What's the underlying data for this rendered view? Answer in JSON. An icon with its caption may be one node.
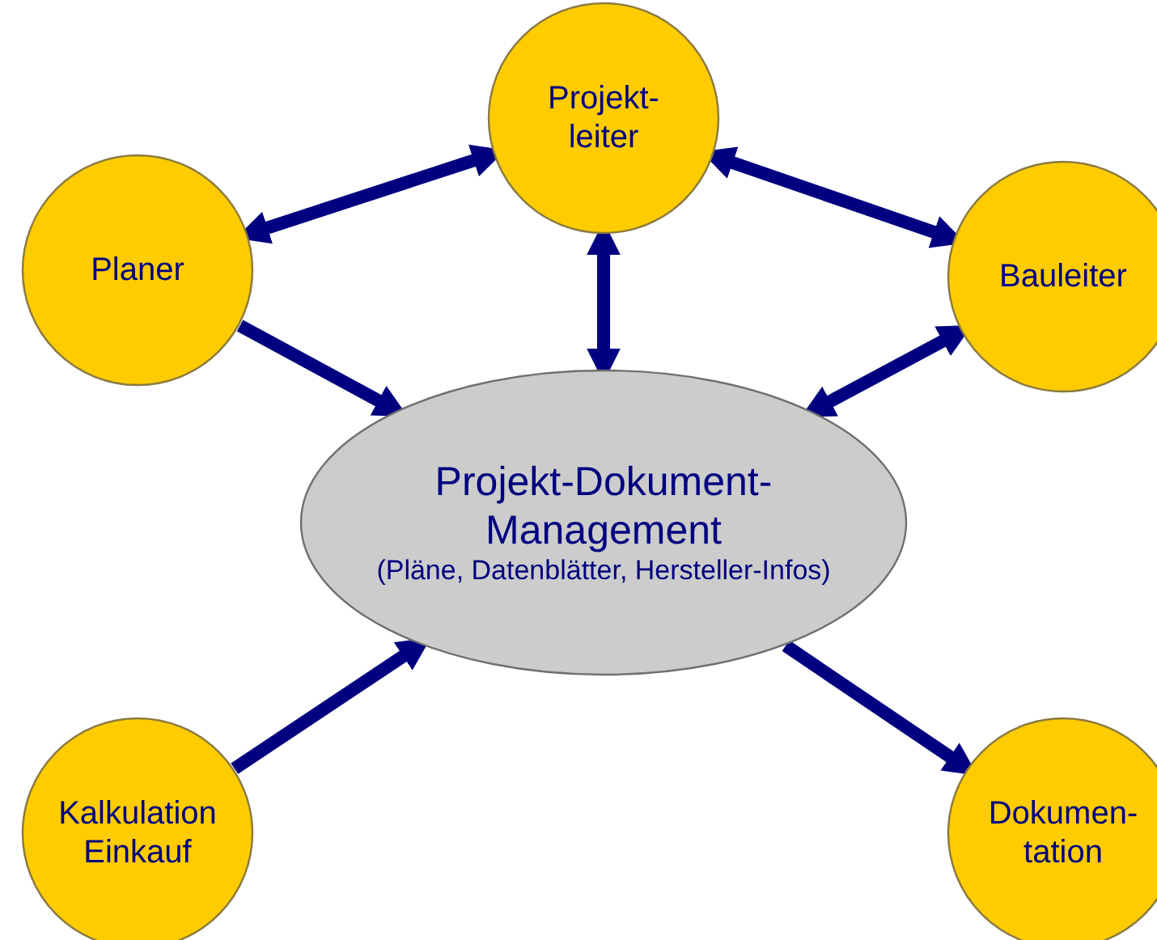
{
  "diagram": {
    "nodes": [
      {
        "text": [
          "Projekt- leiter"
        ]
      },
      {
        "text": [
          "Planer"
        ]
      },
      {
        "text": [
          "Bauleiter"
        ]
      },
      {
        "text": [
          "Projekt-Dokument-Management",
          "(Pläne, Datenblätter, Hersteller-Infos)"
        ]
      },
      {
        "text": [
          "Kalkulation Einkauf"
        ]
      },
      {
        "text": [
          "Dokumen- tation"
        ]
      }
    ],
    "edges": [
      {
        "from": 1,
        "to": 0,
        "arrow": "both"
      },
      {
        "from": 0,
        "to": 2,
        "arrow": "both"
      },
      {
        "from": 0,
        "to": 3,
        "arrow": "both"
      },
      {
        "from": 2,
        "to": 3,
        "arrow": "both"
      },
      {
        "from": 1,
        "to": 3,
        "arrow": "to"
      },
      {
        "from": 4,
        "to": 3,
        "arrow": "to"
      },
      {
        "from": 3,
        "to": 5,
        "arrow": "to"
      }
    ]
  }
}
